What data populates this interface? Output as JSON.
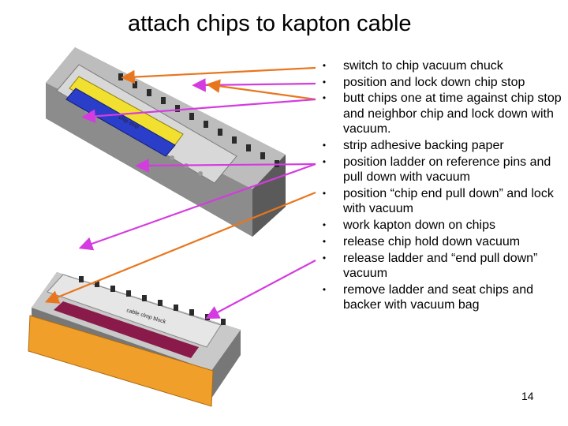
{
  "slide": {
    "title": "attach chips to kapton cable",
    "page_number": "14",
    "bullets": [
      "switch to chip vacuum chuck",
      "position and lock down chip stop",
      "butt chips one at time against chip stop and neighbor chip and lock down with vacuum.",
      "strip adhesive backing paper",
      "position ladder on reference pins and pull down with vacuum",
      "position “chip end pull down” and lock with vacuum",
      "work kapton down on chips",
      "release chip hold down vacuum",
      "release ladder and “end pull down” vacuum",
      "remove ladder and seat chips and backer with vacuum bag"
    ],
    "fixture_labels": {
      "upper": "chip stop",
      "lower": "cable clmp block"
    },
    "colors": {
      "orange_arrow": "#E8761E",
      "magenta_arrow": "#D43BE0"
    }
  }
}
